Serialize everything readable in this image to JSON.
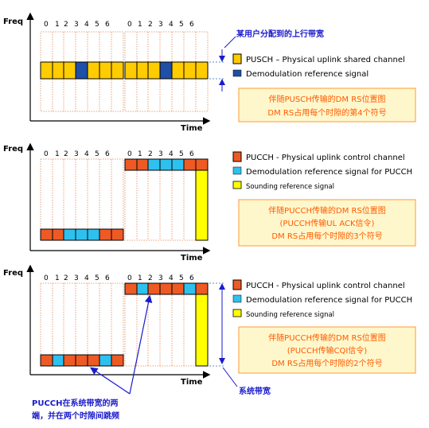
{
  "colors": {
    "yellow": "#ffcc00",
    "orange": "#ee5a24",
    "dm_dark_blue": "#1f4fa6",
    "dm_light_blue": "#2ec0ee",
    "sounding_yellow": "#ffff00",
    "grid_dotted": "#e08a5a",
    "note_border": "#ff9933",
    "note_fill": "#fff7cc",
    "note_text": "#ff5a00",
    "annotation_blue": "#1a1acc"
  },
  "panels": [
    {
      "id": "pusch",
      "axis": {
        "y": "Freq",
        "x": "Time"
      },
      "slot_numbers": [
        "0",
        "1",
        "2",
        "3",
        "4",
        "5",
        "6",
        "0",
        "1",
        "2",
        "3",
        "4",
        "5",
        "6"
      ],
      "legend": [
        {
          "color": "yellow",
          "text": "PUSCH – Physical uplink shared channel"
        },
        {
          "color": "dm_dark_blue",
          "text": "Demodulation reference signal"
        }
      ],
      "side_annotation": "某用户分配到的上行带宽",
      "note": [
        "伴随PUSCH传输的DM RS位置图",
        "DM RS占用每个时隙的第4个符号"
      ]
    },
    {
      "id": "pucch-ack",
      "axis": {
        "y": "Freq",
        "x": "Time"
      },
      "slot_numbers": [
        "0",
        "1",
        "2",
        "3",
        "4",
        "5",
        "6",
        "0",
        "1",
        "2",
        "3",
        "4",
        "5",
        "6"
      ],
      "legend": [
        {
          "color": "orange",
          "text": "PUCCH - Physical uplink control channel"
        },
        {
          "color": "dm_light_blue",
          "text": "Demodulation reference signal for PUCCH"
        },
        {
          "color": "sounding_yellow",
          "text": "Sounding reference signal"
        }
      ],
      "note": [
        "伴随PUCCH传输的DM RS位置图",
        "(PUCCH传输UL ACK信令)",
        "DM RS占用每个时隙的3个符号"
      ]
    },
    {
      "id": "pucch-cqi",
      "axis": {
        "y": "Freq",
        "x": "Time"
      },
      "slot_numbers": [
        "0",
        "1",
        "2",
        "3",
        "4",
        "5",
        "6",
        "0",
        "1",
        "2",
        "3",
        "4",
        "5",
        "6"
      ],
      "legend": [
        {
          "color": "orange",
          "text": "PUCCH - Physical uplink control channel"
        },
        {
          "color": "dm_light_blue",
          "text": "Demodulation reference signal for PUCCH"
        },
        {
          "color": "sounding_yellow",
          "text": "Sounding reference signal"
        }
      ],
      "side_annotation": "系统带宽",
      "note": [
        "伴随PUCCH传输的DM RS位置图",
        "(PUCCH传输CQI信令)",
        "DM RS占用每个时隙的2个符号"
      ],
      "bottom_annotation": [
        "PUCCH在系统带宽的两",
        "端，并在两个时隙间跳频"
      ]
    }
  ]
}
